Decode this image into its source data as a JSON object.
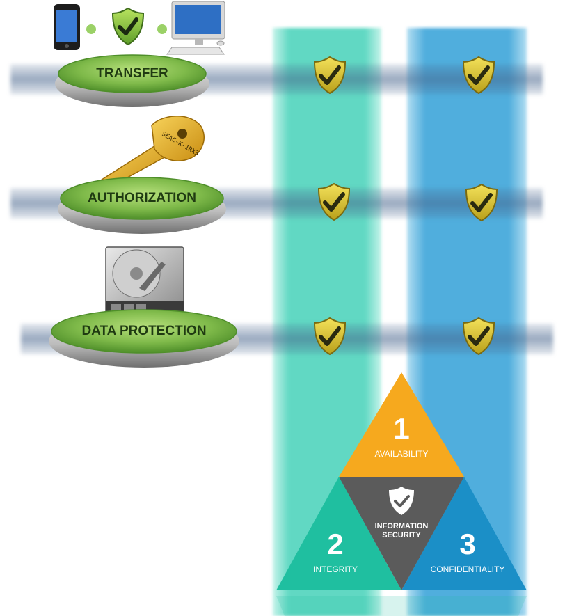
{
  "rows": [
    {
      "label": "TRANSFER"
    },
    {
      "label": "AUTHORIZATION"
    },
    {
      "label": "DATA PROTECTION"
    }
  ],
  "triangle": {
    "availability": {
      "number": "1",
      "label": "AVAILABILITY"
    },
    "integrity": {
      "number": "2",
      "label": "INTEGRITY"
    },
    "confidentiality": {
      "number": "3",
      "label": "CONFIDENTIALITY"
    },
    "center": {
      "line1": "INFORMATION",
      "line2": "SECURITY"
    }
  },
  "key_text": "SEAC-K-1RX3",
  "colors": {
    "teal": "#1fbfa0",
    "blue": "#1b8fc7",
    "orange": "#f6a91e",
    "dark": "#5b5b5b",
    "pill_green": "#7fba4a",
    "shield_gold": "#d9c22a"
  },
  "icons": [
    "phone-icon",
    "shield-check-icon",
    "computer-icon",
    "key-icon",
    "hard-drive-icon",
    "check-shield-icon"
  ]
}
